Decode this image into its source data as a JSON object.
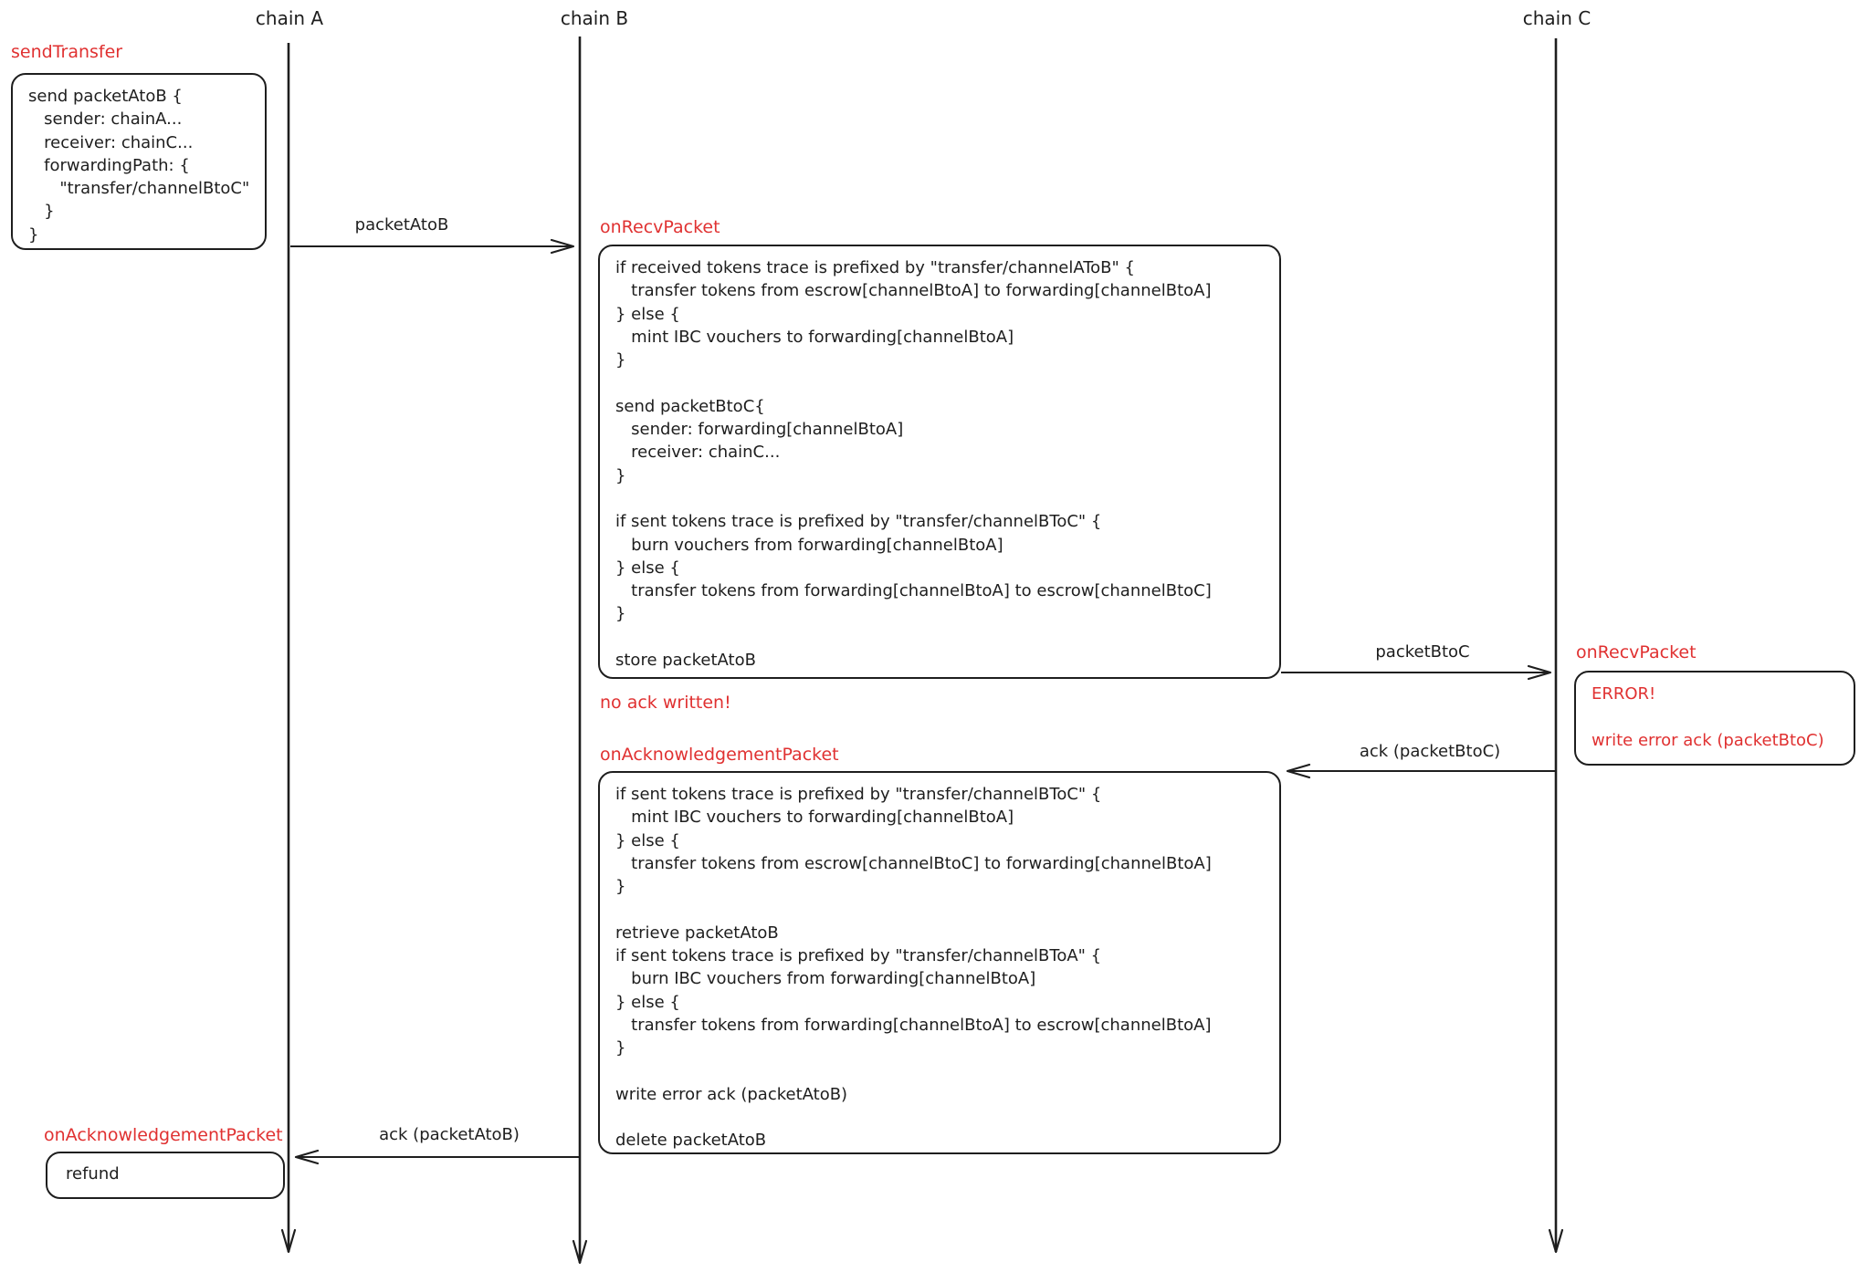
{
  "colors": {
    "red": "#e03131",
    "ink": "#1e1e1e",
    "background": "#ffffff"
  },
  "lifelines": {
    "chain_a": {
      "label": "chain A"
    },
    "chain_b": {
      "label": "chain B"
    },
    "chain_c": {
      "label": "chain C"
    }
  },
  "messages": {
    "packet_a_to_b": "packetAtoB",
    "packet_b_to_c": "packetBtoC",
    "ack_packet_b_to_c": "ack (packetBtoC)",
    "ack_packet_a_to_b": "ack (packetAtoB)"
  },
  "chain_a": {
    "send_transfer": {
      "title": "sendTransfer",
      "body": "send packetAtoB {\n   sender: chainA...\n   receiver: chainC...\n   forwardingPath: {\n      \"transfer/channelBtoC\"\n   }\n}"
    },
    "on_acknowledgement_packet": {
      "title": "onAcknowledgementPacket",
      "body": "refund"
    }
  },
  "chain_b": {
    "on_recv_packet": {
      "title": "onRecvPacket",
      "body": "if received tokens trace is prefixed by \"transfer/channelAToB\" {\n   transfer tokens from escrow[channelBtoA] to forwarding[channelBtoA]\n} else {\n   mint IBC vouchers to forwarding[channelBtoA]\n}\n\nsend packetBtoC{\n   sender: forwarding[channelBtoA]\n   receiver: chainC...\n}\n\nif sent tokens trace is prefixed by \"transfer/channelBToC\" {\n   burn vouchers from forwarding[channelBtoA]\n} else {\n   transfer tokens from forwarding[channelBtoA] to escrow[channelBtoC]\n}\n\nstore packetAtoB"
    },
    "no_ack_note": "no ack written!",
    "on_acknowledgement_packet": {
      "title": "onAcknowledgementPacket",
      "body": "if sent tokens trace is prefixed by \"transfer/channelBToC\" {\n   mint IBC vouchers to forwarding[channelBtoA]\n} else {\n   transfer tokens from escrow[channelBtoC] to forwarding[channelBtoA]\n}\n\nretrieve packetAtoB\nif sent tokens trace is prefixed by \"transfer/channelBToA\" {\n   burn IBC vouchers from forwarding[channelBtoA]\n} else {\n   transfer tokens from forwarding[channelBtoA] to escrow[channelBtoA]\n}\n\nwrite error ack (packetAtoB)\n\ndelete packetAtoB"
    }
  },
  "chain_c": {
    "on_recv_packet": {
      "title": "onRecvPacket",
      "body": "ERROR!\n\nwrite error ack (packetBtoC)"
    }
  }
}
